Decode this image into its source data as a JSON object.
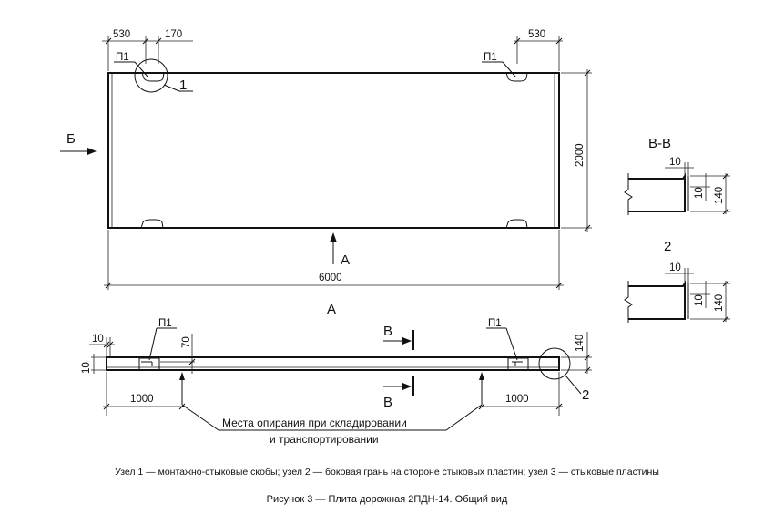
{
  "plan_view": {
    "dim_top_left_1": "530",
    "dim_top_left_2": "170",
    "dim_top_right": "530",
    "loop_left": "П1",
    "loop_right": "П1",
    "node_1": "1",
    "view_b": "Б",
    "dim_height": "2000",
    "dim_length": "6000",
    "view_a": "А"
  },
  "side_view": {
    "title": "А",
    "loop_left": "П1",
    "loop_right": "П1",
    "dim_10_top": "10",
    "dim_10_left": "10",
    "dim_70": "70",
    "dim_140": "140",
    "dim_1000_left": "1000",
    "dim_1000_right": "1000",
    "section_top": "В",
    "section_bottom": "В",
    "node_2": "2",
    "support_note_1": "Места опирания при складировании",
    "support_note_2": "и транспортировании"
  },
  "section_vv": {
    "title": "В-В",
    "dim_10_a": "10",
    "dim_10_b": "10",
    "dim_140": "140"
  },
  "node_2_detail": {
    "title": "2",
    "dim_10_a": "10",
    "dim_10_b": "10",
    "dim_140": "140"
  },
  "legend": "Узел  1 — монтажно-стыковые скобы; узел 2 — боковая грань на стороне стыковых пластин; узел 3 — стыковые пластины",
  "caption": "Рисунок 3 — Плита дорожная 2ПДН-14. Общий вид"
}
